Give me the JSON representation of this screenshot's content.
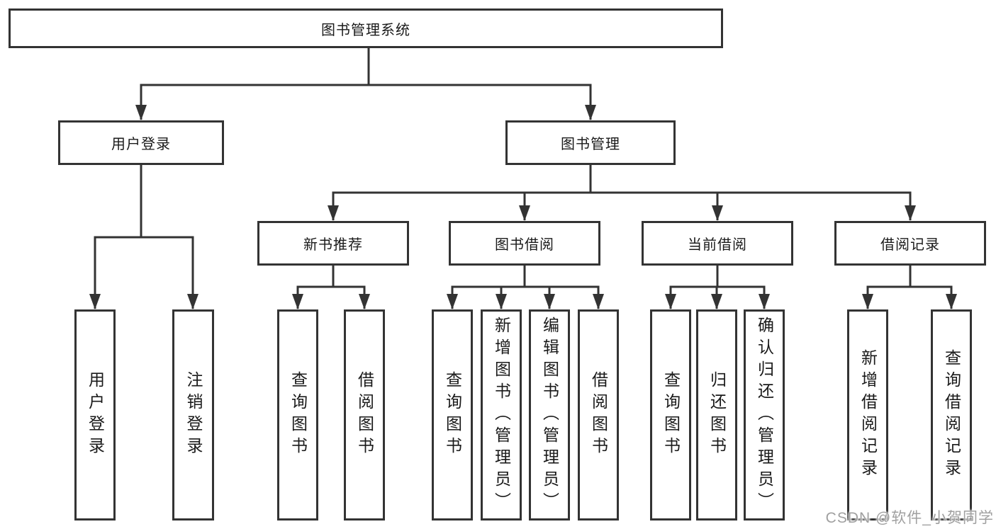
{
  "tree": {
    "root": {
      "label": "图书管理系统"
    },
    "children": [
      {
        "label": "用户登录",
        "children": [
          {
            "label": "用户登录"
          },
          {
            "label": "注销登录"
          }
        ]
      },
      {
        "label": "图书管理",
        "children": [
          {
            "label": "新书推荐",
            "children": [
              {
                "label": "查询图书"
              },
              {
                "label": "借阅图书"
              }
            ]
          },
          {
            "label": "图书借阅",
            "children": [
              {
                "label": "查询图书"
              },
              {
                "label": "新增图书（管理员）"
              },
              {
                "label": "编辑图书（管理员）"
              },
              {
                "label": "借阅图书"
              }
            ]
          },
          {
            "label": "当前借阅",
            "children": [
              {
                "label": "查询图书"
              },
              {
                "label": "归还图书"
              },
              {
                "label": "确认归还（管理员）"
              }
            ]
          },
          {
            "label": "借阅记录",
            "children": [
              {
                "label": "新增借阅记录"
              },
              {
                "label": "查询借阅记录"
              }
            ]
          }
        ]
      }
    ]
  },
  "watermark": {
    "text": "CSDN @软件_小贺同学"
  },
  "colors": {
    "line": "#333333",
    "box_border": "#333333",
    "text": "#1a1a1a",
    "background": "#ffffff",
    "watermark": "#a0a0a0"
  }
}
